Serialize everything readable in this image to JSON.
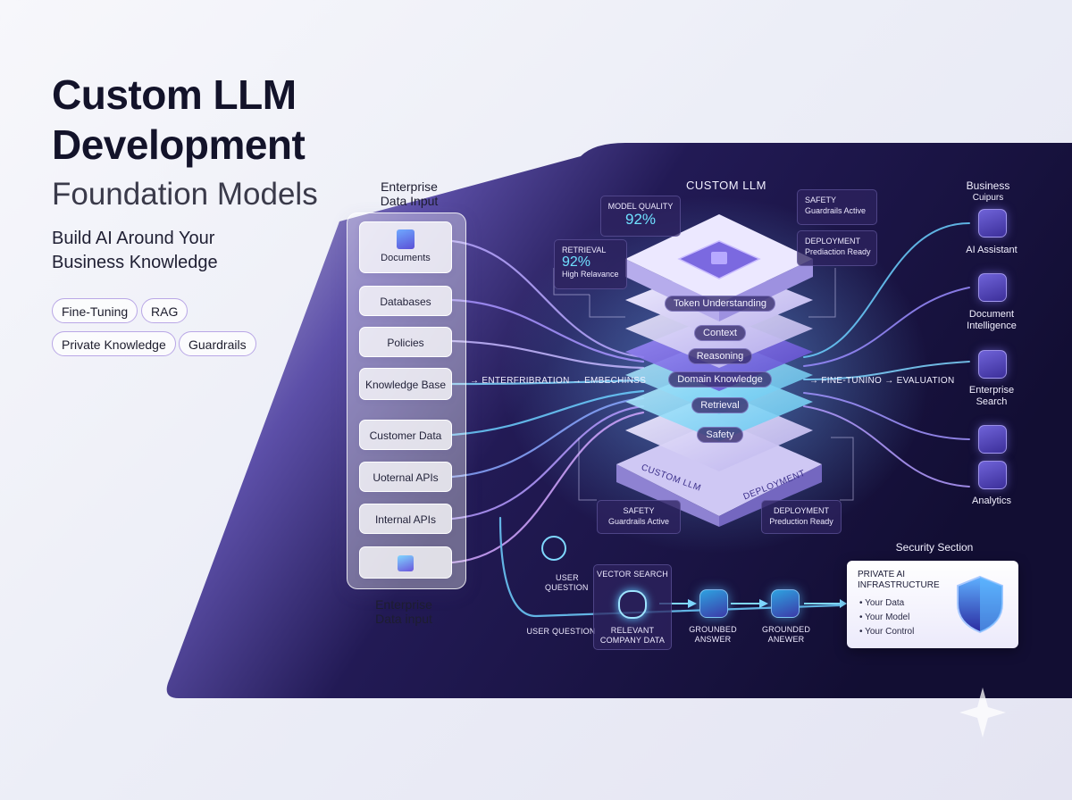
{
  "header": {
    "title_line1": "Custom LLM",
    "title_line2": "Development",
    "subtitle": "Foundation Models",
    "tagline_line1": "Build AI Around Your",
    "tagline_line2": "Business Knowledge",
    "pills": [
      "Fine-Tuning",
      "RAG",
      "Private Knowledge",
      "Guardrails"
    ]
  },
  "inputs": {
    "title_top_line1": "Enterprise",
    "title_top_line2": "Data Input",
    "title_bottom_line1": "Enterprise",
    "title_bottom_line2": "Data input",
    "items": [
      "Documents",
      "Databases",
      "Policies",
      "Knowledge Base",
      "Customer Data",
      "Uoternal APIs",
      "Internal APIs"
    ],
    "icons": [
      "document-stack-icon",
      "data-cubes-icon"
    ]
  },
  "flow": {
    "left_labels": [
      "ENTERFRIBRATION",
      "EMBECHINSS"
    ],
    "right_labels": [
      "FINE-TUNINO",
      "EVALUATION"
    ]
  },
  "core": {
    "title": "CUSTOM LLM",
    "layers": [
      "Token Understanding",
      "Context",
      "Reasoning",
      "Domain Knowledge",
      "Retrieval",
      "Safety"
    ],
    "base_left": "CUSTOM LLM",
    "base_right": "DEPLOYMENT",
    "cards": {
      "model_quality": {
        "label": "MODEL QUALITY",
        "value": "92%"
      },
      "retrieval": {
        "label": "RETRIEVAL",
        "value": "92%",
        "note": "High Relavance"
      },
      "safety_top": {
        "label": "SAFETY",
        "note": "Guardrails Active"
      },
      "deployment_top": {
        "label": "DEPLOYMENT",
        "note": "Prediaction Ready"
      },
      "safety_bottom": {
        "label": "SAFETY",
        "note": "Guardrails Active"
      },
      "deployment_bottom": {
        "label": "DEPLOYMENT",
        "note": "Preduction Ready"
      }
    }
  },
  "outputs": {
    "title_line1": "Business",
    "title_line2": "Cuipurs",
    "items": [
      {
        "label1": "AI Assistant",
        "label2": "",
        "icon": "robot-icon"
      },
      {
        "label1": "Document",
        "label2": "Intelligence",
        "icon": "document-icon"
      },
      {
        "label1": "Enterprise",
        "label2": "Search",
        "icon": "search-icon"
      },
      {
        "label1": "",
        "label2": "",
        "icon": "network-icon"
      },
      {
        "label1": "Analytics",
        "label2": "",
        "icon": "bar-chart-icon"
      }
    ]
  },
  "pipeline": {
    "user_q_top_line1": "USER",
    "user_q_top_line2": "QUESTION",
    "user_q_bottom": "USER QUESTION",
    "vector_search": "VECTOR SEARCH",
    "relevant_line1": "RELEVANT",
    "relevant_line2": "COMPANY DATA",
    "grounded1_line1": "GROUNBED",
    "grounded1_line2": "ANSWER",
    "grounded2_line1": "GROUNDED",
    "grounded2_line2": "ANEWER"
  },
  "security": {
    "section_title": "Security Section",
    "card_title_line1": "PRIVATE AI",
    "card_title_line2": "INFRASTRUCTURE",
    "bullets": [
      "Your Data",
      "Your Model",
      "Your Control"
    ]
  },
  "colors": {
    "dark_panel": "#1a1542",
    "accent_purple": "#8a6cf0",
    "accent_cyan": "#46c8f5",
    "title_text": "#13132a"
  }
}
